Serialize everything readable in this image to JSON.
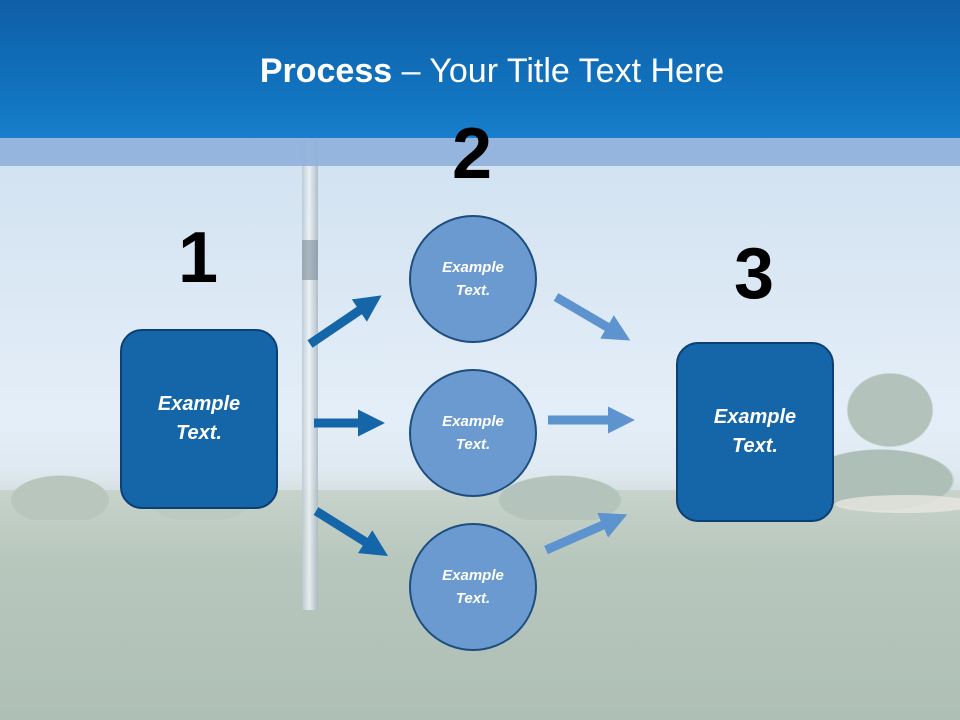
{
  "header": {
    "title_bold": "Process",
    "title_rest": " – Your Title Text Here"
  },
  "steps": {
    "one": "1",
    "two": "2",
    "three": "3"
  },
  "nodes": {
    "start": "Example\nText.",
    "circle_top": "Example\nText.",
    "circle_middle": "Example\nText.",
    "circle_bottom": "Example\nText.",
    "end": "Example\nText."
  },
  "colors": {
    "header": "#1274c0",
    "box_fill": "#1466a8",
    "circle_fill": "#6a9ad0",
    "arrow_dark": "#1466a8",
    "arrow_light": "#5d93cf"
  }
}
